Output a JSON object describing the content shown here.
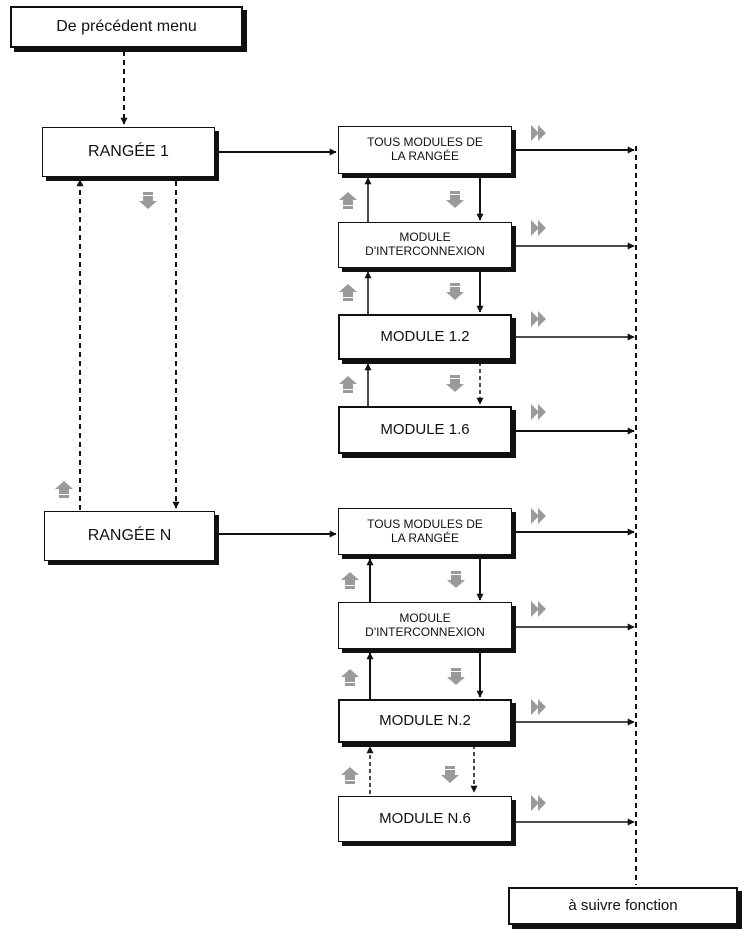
{
  "boxes": {
    "start": "De précédent menu",
    "row1": "RANGÉE 1",
    "rowN": "RANGÉE N",
    "row1_all_l1": "TOUS MODULES DE",
    "row1_all_l2": "LA RANGÉE",
    "row1_inter_l1": "MODULE",
    "row1_inter_l2": "D'INTERCONNEXION",
    "row1_m2": "MODULE 1.2",
    "row1_m6": "MODULE 1.6",
    "rowN_all_l1": "TOUS MODULES DE",
    "rowN_all_l2": "LA RANGÉE",
    "rowN_inter_l1": "MODULE",
    "rowN_inter_l2": "D'INTERCONNEXION",
    "rowN_m2": "MODULE N.2",
    "rowN_m6": "MODULE N.6",
    "end": "à suivre fonction"
  },
  "icons": {
    "up": "up-arrow-key-icon",
    "down": "down-arrow-key-icon",
    "right": "right-arrow-key-icon"
  },
  "colors": {
    "line": "#111111",
    "key_icon": "#9a9a9a"
  }
}
